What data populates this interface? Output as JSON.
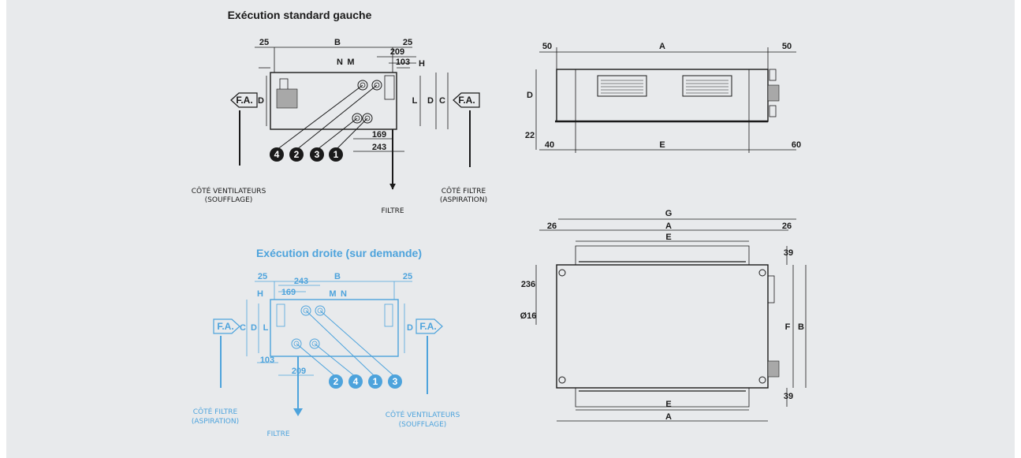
{
  "colors": {
    "panel": "#e8eaec",
    "dark": "#1a1a1a",
    "blue": "#4da3dc"
  },
  "left_view": {
    "title": "Exécution standard gauche",
    "dims": {
      "d25a": "25",
      "b": "B",
      "d25b": "25",
      "n": "N",
      "m": "M",
      "d209": "209",
      "d103": "103",
      "h": "H",
      "d": "D",
      "l": "L",
      "d_r": "D",
      "c": "C",
      "d169": "169",
      "d243": "243"
    },
    "fa_left": "F.A.",
    "fa_right": "F.A.",
    "badges": [
      "4",
      "2",
      "3",
      "1"
    ],
    "cap_fans": [
      "CÔTÉ VENTILATEURS",
      "(SOUFFLAGE)"
    ],
    "cap_filter_down": "FILTRE",
    "cap_filter_side": [
      "CÔTÉ FILTRE",
      "(ASPIRATION)"
    ]
  },
  "right_view": {
    "title": "Exécution droite (sur demande)",
    "dims": {
      "d25a": "25",
      "b": "B",
      "d25b": "25",
      "d243": "243",
      "d169": "169",
      "h": "H",
      "m": "M",
      "n": "N",
      "c": "C",
      "d_l": "D",
      "l": "L",
      "d_r": "D",
      "d103": "103",
      "d209": "209"
    },
    "fa_left": "F.A.",
    "fa_right": "F.A.",
    "badges": [
      "2",
      "4",
      "1",
      "3"
    ],
    "cap_filter_side": [
      "CÔTÉ FILTRE",
      "(ASPIRATION)"
    ],
    "cap_filter_down": "FILTRE",
    "cap_fans": [
      "CÔTÉ VENTILATEURS",
      "(SOUFFLAGE)"
    ]
  },
  "front_view": {
    "d50a": "50",
    "a": "A",
    "d50b": "50",
    "d": "D",
    "d22": "22",
    "d40": "40",
    "e": "E",
    "d60": "60"
  },
  "top_view": {
    "g": "G",
    "d26a": "26",
    "a_top": "A",
    "d26b": "26",
    "e_top": "E",
    "d39a": "39",
    "d236": "236",
    "d16": "Ø16",
    "f": "F",
    "b": "B",
    "d39b": "39",
    "e_bot": "E",
    "a_bot": "A"
  }
}
